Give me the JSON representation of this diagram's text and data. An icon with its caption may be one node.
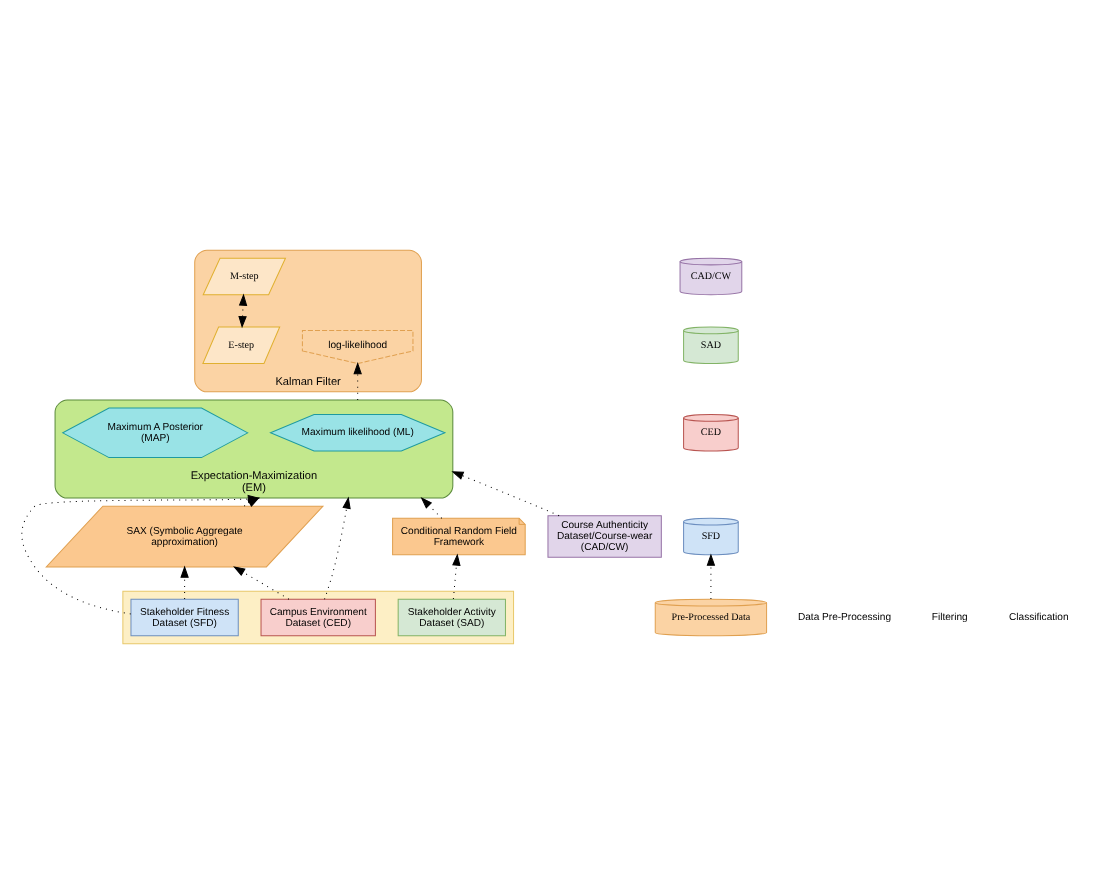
{
  "diagram": {
    "nodes": [
      {
        "text": [
          "Expectation-Maximization (EM)"
        ]
      },
      {
        "text": [
          "Maximum likelihood (ML)"
        ],
        "in": 0
      },
      {
        "text": [
          "Maximum A Posterior (MAP)"
        ],
        "in": 0
      },
      {
        "text": [
          "Kalman Filter"
        ]
      },
      {
        "text": [
          "log-likelihood"
        ],
        "in": 3
      },
      {
        "text": [
          "E-step"
        ],
        "in": 3
      },
      {
        "text": [
          "M-step"
        ],
        "in": 3
      },
      {
        "text": [
          "Pre-Processed Data"
        ]
      },
      {
        "text": [
          "SAX (Symbolic Aggregate approximation)"
        ]
      },
      {
        "text": [
          "Conditional Random Field Framework"
        ]
      },
      {
        "text": [
          "Course Authenticity Dataset/Course-wear (CAD/CW)"
        ]
      },
      {
        "text": [],
        "shape": "box"
      },
      {
        "text": [
          "Stakeholder Fitness Dataset (SFD)"
        ],
        "in": 11
      },
      {
        "text": [
          "Campus Environment Dataset (CED)"
        ],
        "in": 11
      },
      {
        "text": [
          "Stakeholder Activity Dataset (SAD)"
        ],
        "in": 11
      },
      {
        "text": [
          "SFD"
        ]
      },
      {
        "text": [
          "CED"
        ]
      },
      {
        "text": [
          "SAD"
        ]
      },
      {
        "text": [
          "CAD/CW"
        ]
      }
    ],
    "edges": [
      {
        "from": 0,
        "to": 4,
        "arrow": "to",
        "style": "dashed"
      },
      {
        "from": 5,
        "to": 6,
        "arrow": "both",
        "style": "dashed"
      },
      {
        "from": 7,
        "to": 15,
        "arrow": "to",
        "style": "dashed"
      },
      {
        "from": 12,
        "to": 0,
        "arrow": "to",
        "style": "dashed"
      },
      {
        "from": 12,
        "to": 8,
        "arrow": "to",
        "style": "dashed"
      },
      {
        "from": 13,
        "to": 8,
        "arrow": "to",
        "style": "dashed"
      },
      {
        "from": 13,
        "to": 0,
        "arrow": "to",
        "style": "dashed"
      },
      {
        "from": 8,
        "to": 0,
        "arrow": "to",
        "style": "dashed"
      },
      {
        "from": 14,
        "to": 9,
        "arrow": "to",
        "style": "dashed"
      },
      {
        "from": 9,
        "to": 0,
        "arrow": "to",
        "style": "dashed"
      },
      {
        "from": 10,
        "to": 0,
        "arrow": "to",
        "style": "dashed"
      }
    ],
    "labels": [
      "Data Pre-Processing",
      "Filtering",
      "Classification"
    ]
  }
}
